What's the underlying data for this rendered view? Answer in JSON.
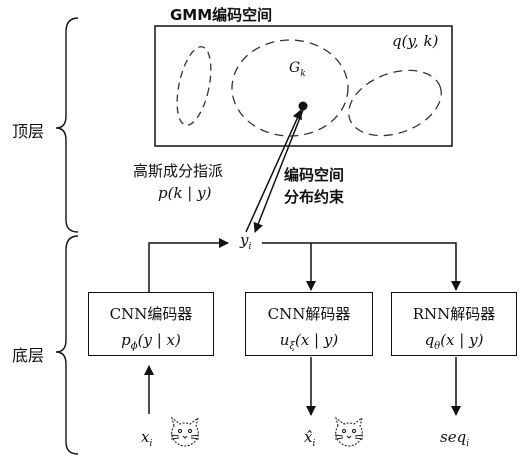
{
  "top_layer": {
    "label": "顶层",
    "space_title": "GMM编码空间",
    "space_formula": "q(y, k)",
    "component_label": "G",
    "component_sub": "k"
  },
  "assignment": {
    "label": "高斯成分指派",
    "formula": "p(k | y)"
  },
  "constraint": {
    "line1": "编码空间",
    "line2": "分布约束"
  },
  "latent": {
    "name": "y",
    "sub": "i"
  },
  "bottom_layer": {
    "label": "底层",
    "cnn_encoder": {
      "title": "CNN编码器",
      "f_name": "p",
      "f_sub": "ϕ",
      "f_arg": "(y | x)"
    },
    "cnn_decoder": {
      "title": "CNN解码器",
      "f_name": "u",
      "f_sub": "ξ",
      "f_arg": "(x | y)"
    },
    "rnn_decoder": {
      "title": "RNN解码器",
      "f_name": "q",
      "f_sub": "θ",
      "f_arg": "(x | y)"
    }
  },
  "io": {
    "input": {
      "name": "x",
      "sub": "i"
    },
    "recon": {
      "name": "x̂",
      "sub": "i"
    },
    "sequence": {
      "name": "seq",
      "sub": "i"
    }
  },
  "icons": [
    "cat-sketch-icon"
  ]
}
